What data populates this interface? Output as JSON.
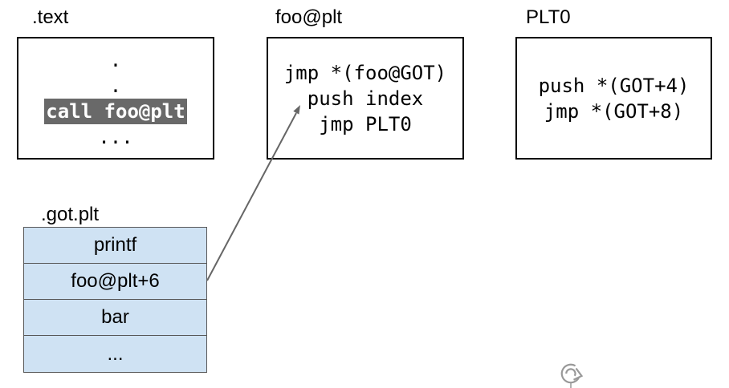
{
  "sections": {
    "text": {
      "label": ".text",
      "lines": [
        ".",
        ".",
        "call foo@plt",
        "..."
      ],
      "highlighted_line": "call foo@plt"
    },
    "foo_plt": {
      "label": "foo@plt",
      "lines": [
        "jmp *(foo@GOT)",
        "push index",
        "jmp PLT0"
      ]
    },
    "plt0": {
      "label": "PLT0",
      "lines": [
        "push *(GOT+4)",
        "jmp *(GOT+8)"
      ]
    },
    "got_plt": {
      "label": ".got.plt",
      "rows": [
        "printf",
        "foo@plt+6",
        "bar",
        "..."
      ]
    }
  },
  "arrow": {
    "from": "got-plt-row-foo@plt+6",
    "to": "foo@plt-box-push-index"
  },
  "icons": {
    "watermark": "circular-arrow-icon"
  },
  "colors": {
    "highlight_bg": "#696969",
    "highlight_text": "#ffffff",
    "table_fill": "#cfe2f3",
    "table_border": "#595959",
    "box_border": "#000000",
    "arrow": "#666666",
    "watermark": "#999999"
  }
}
